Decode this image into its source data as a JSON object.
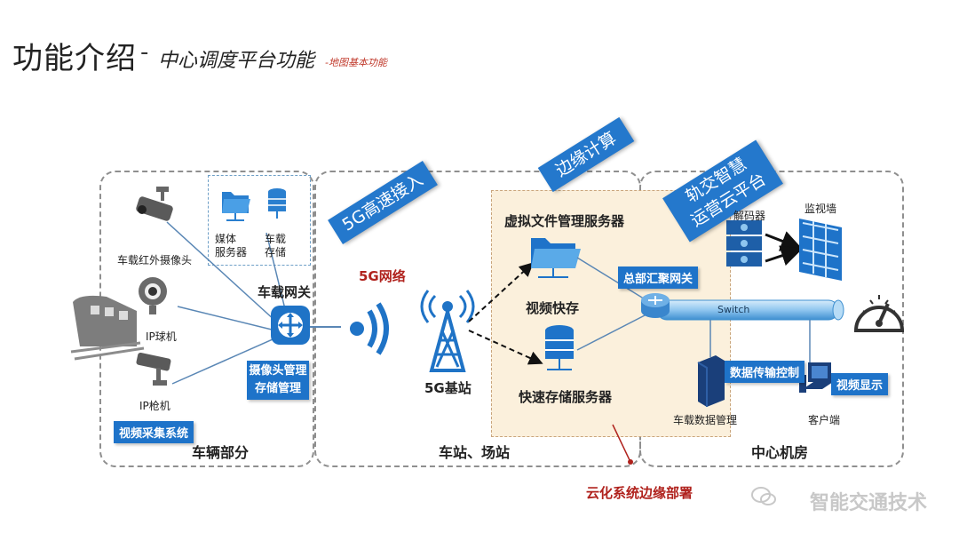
{
  "title": {
    "main": "功能介绍",
    "separator": "-",
    "sub": "中心调度平台功能",
    "small": "-地图基本功能"
  },
  "vehicle": {
    "zone_label": "车辆部分",
    "ir_camera": "车载红外摄像头",
    "ip_dome": "IP球机",
    "ip_gun": "IP枪机",
    "media_server": [
      "媒体",
      "服务器"
    ],
    "storage": [
      "车载",
      "存储"
    ],
    "gateway": "车载网关",
    "camera_mgmt": [
      "摄像头管理",
      "存储管理"
    ],
    "video_collect": "视频采集系统"
  },
  "station": {
    "zone_label": "车站、场站",
    "banner": "5G高速接入",
    "network": "5G网络",
    "base_station": "5G基站"
  },
  "edge": {
    "banner": "边缘计算",
    "vfs_server": "虚拟文件管理服务器",
    "video_cache": "视频快存",
    "fast_storage": "快速存储服务器",
    "deploy": "云化系统边缘部署"
  },
  "center": {
    "zone_label": "中心机房",
    "banner": [
      "轨交智慧",
      "运营云平台"
    ],
    "hq_gateway": "总部汇聚网关",
    "decoder": "解码器",
    "video_wall": "监视墙",
    "switch": "Switch",
    "data_ctrl": "数据传输控制",
    "vehicle_data": "车载数据管理",
    "video_display": "视频显示",
    "client": "客户端"
  },
  "watermark": "智能交通技术",
  "colors": {
    "accent": "#1e73c9",
    "edge_bg": "#fbf0dc",
    "red": "#b0221d"
  }
}
